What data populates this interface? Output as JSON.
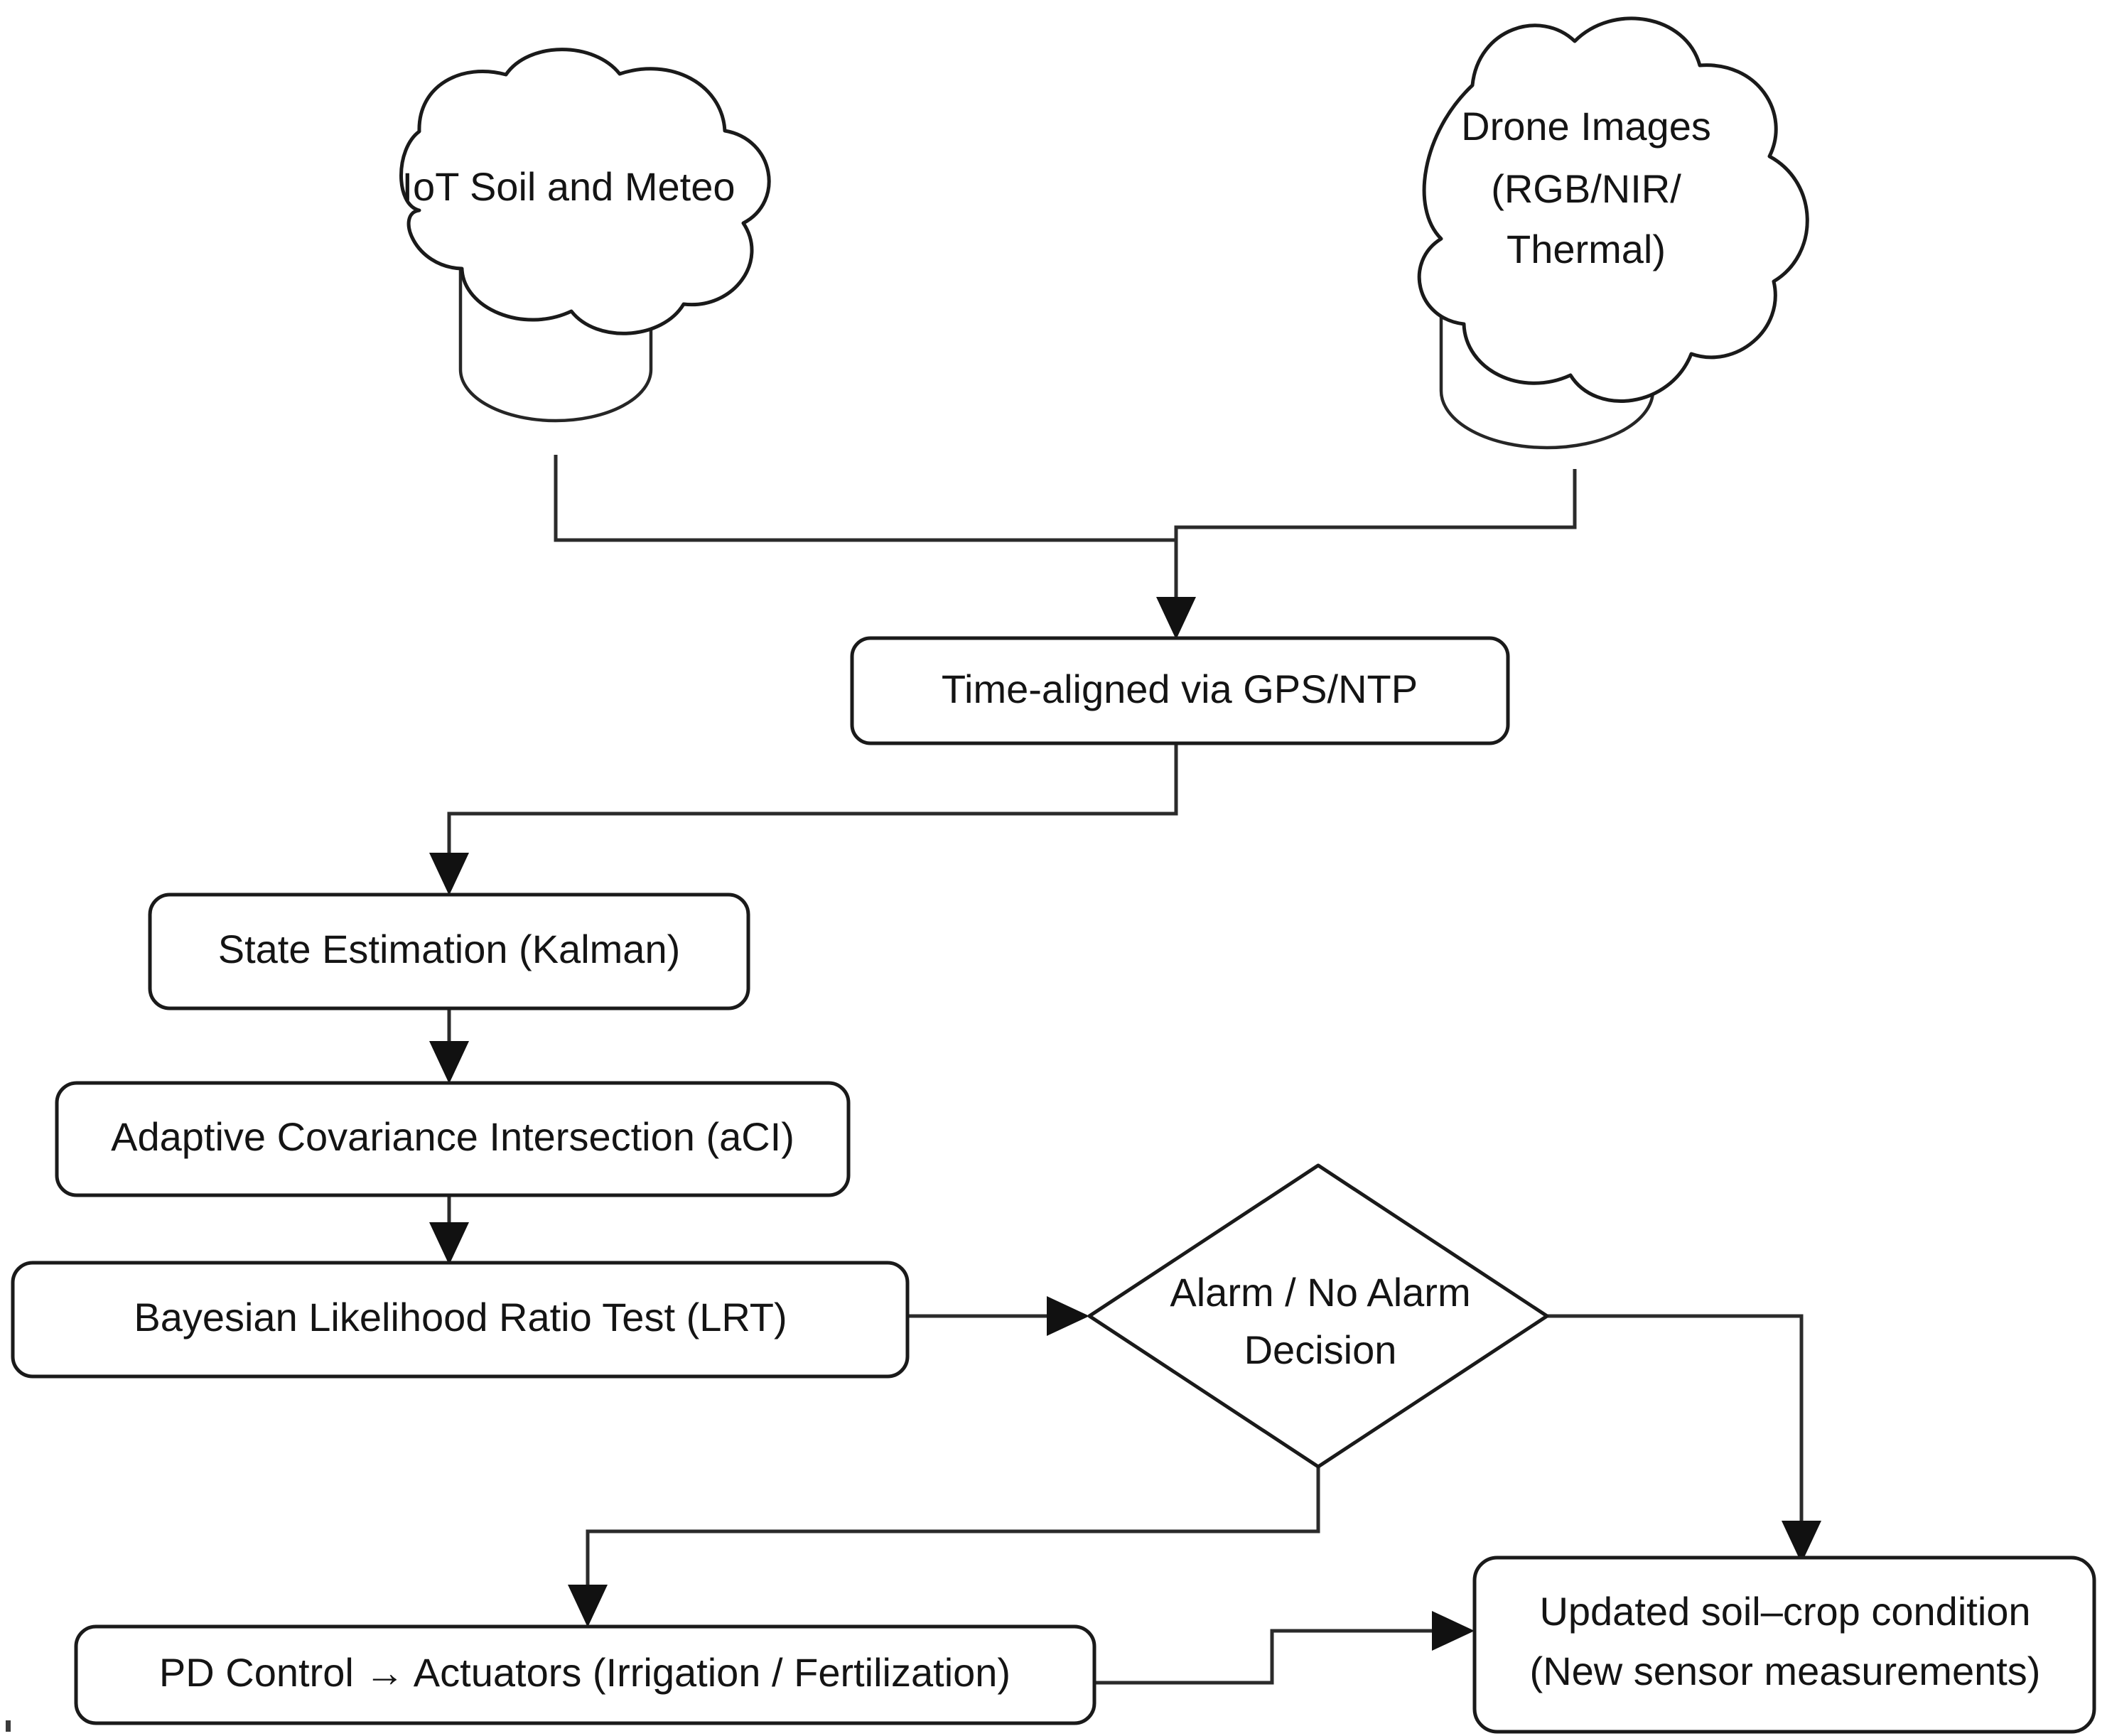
{
  "diagram": {
    "title": "Sensor fusion and control flowchart",
    "background_color": "#ffffff",
    "stroke_color": "#1a1a1a",
    "text_color": "#141414"
  },
  "nodes": {
    "iot_cloud": {
      "shape": "cloud-over-cylinder",
      "label": "IoT Soil and Meteo"
    },
    "drone_cloud": {
      "shape": "cloud-over-cylinder",
      "label_line1": "Drone Images",
      "label_line2": "(RGB/NIR/",
      "label_line3": "Thermal)"
    },
    "time_aligned": {
      "shape": "rounded-rect",
      "label": "Time-aligned via GPS/NTP"
    },
    "state_estimation": {
      "shape": "rounded-rect",
      "label": "State Estimation (Kalman)"
    },
    "adaptive_ci": {
      "shape": "rounded-rect",
      "label": "Adaptive Covariance Intersection (aCI)"
    },
    "lrt": {
      "shape": "rounded-rect",
      "label": "Bayesian Likelihood Ratio Test (LRT)"
    },
    "decision": {
      "shape": "diamond",
      "label_line1": "Alarm / No Alarm",
      "label_line2": "Decision"
    },
    "pd_control": {
      "shape": "rounded-rect",
      "label": "PD Control → Actuators (Irrigation / Fertilization)"
    },
    "updated_condition": {
      "shape": "rounded-rect",
      "label_line1": "Updated soil–crop condition",
      "label_line2": "(New sensor measurements)"
    }
  },
  "edges": [
    {
      "from": "iot_cloud",
      "to": "time_aligned",
      "style": "orthogonal",
      "arrow": true
    },
    {
      "from": "drone_cloud",
      "to": "time_aligned",
      "style": "orthogonal",
      "arrow": true
    },
    {
      "from": "time_aligned",
      "to": "state_estimation",
      "style": "orthogonal",
      "arrow": true
    },
    {
      "from": "state_estimation",
      "to": "adaptive_ci",
      "style": "straight",
      "arrow": true
    },
    {
      "from": "adaptive_ci",
      "to": "lrt",
      "style": "straight",
      "arrow": true
    },
    {
      "from": "lrt",
      "to": "decision",
      "style": "straight",
      "arrow": true
    },
    {
      "from": "decision",
      "to": "pd_control",
      "style": "orthogonal",
      "arrow": true
    },
    {
      "from": "decision",
      "to": "updated_condition",
      "style": "orthogonal",
      "arrow": true
    },
    {
      "from": "pd_control",
      "to": "updated_condition",
      "style": "orthogonal",
      "arrow": true
    }
  ]
}
